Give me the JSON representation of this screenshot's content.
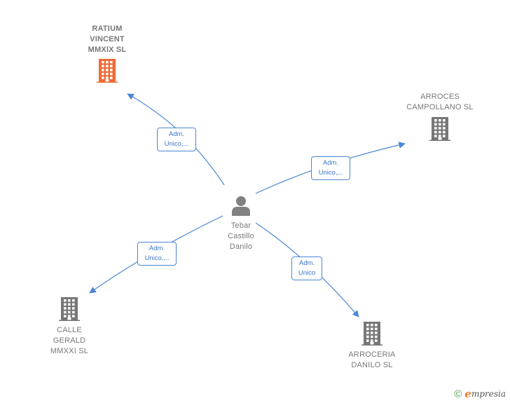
{
  "colors": {
    "edge": "#4a86d6",
    "building_default": "#777777",
    "building_highlight": "#f06a35",
    "person": "#808080"
  },
  "center": {
    "name": "Tebar\nCastillo\nDanilo",
    "icon": "person-icon"
  },
  "companies": [
    {
      "id": "ratium",
      "name": "RATIUM\nVINCENT\nMMXIX  SL",
      "highlight": true,
      "icon": "building-icon"
    },
    {
      "id": "arroces",
      "name": "ARROCES\nCAMPOLLANO SL",
      "highlight": false,
      "icon": "building-icon"
    },
    {
      "id": "calle",
      "name": "CALLE\nGERALD\nMMXXI  SL",
      "highlight": false,
      "icon": "building-icon"
    },
    {
      "id": "arroceria",
      "name": "ARROCERIA\nDANILO  SL",
      "highlight": false,
      "icon": "building-icon"
    }
  ],
  "relations": [
    {
      "to": "ratium",
      "label": "Adm.\nUnico,..."
    },
    {
      "to": "arroces",
      "label": "Adm.\nUnico,..."
    },
    {
      "to": "calle",
      "label": "Adm.\nUnico,..."
    },
    {
      "to": "arroceria",
      "label": "Adm.\nUnico"
    }
  ],
  "footer": {
    "copyright_symbol": "©",
    "brand_initial": "e",
    "brand_rest": "mpresia"
  }
}
